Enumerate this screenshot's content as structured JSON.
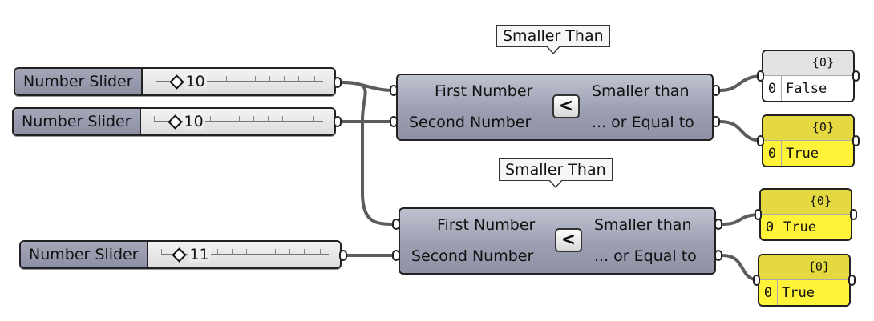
{
  "sliders": [
    {
      "label": "Number Slider",
      "value": "10"
    },
    {
      "label": "Number Slider",
      "value": "10"
    },
    {
      "label": "Number Slider",
      "value": "11"
    }
  ],
  "components": [
    {
      "tag": "Smaller Than",
      "input_a": "First Number",
      "input_b": "Second Number",
      "output_a": "Smaller than",
      "output_b": "... or Equal to",
      "glyph": "<"
    },
    {
      "tag": "Smaller Than",
      "input_a": "First Number",
      "input_b": "Second Number",
      "output_a": "Smaller than",
      "output_b": "... or Equal to",
      "glyph": "<"
    }
  ],
  "panels": [
    {
      "header": "{0}",
      "index": "0",
      "value": "False"
    },
    {
      "header": "{0}",
      "index": "0",
      "value": "True"
    },
    {
      "header": "{0}",
      "index": "0",
      "value": "True"
    },
    {
      "header": "{0}",
      "index": "0",
      "value": "True"
    }
  ],
  "colors": {
    "wire": "#5c5c5c",
    "panel_true": "#fff33a",
    "panel_false": "#ffffff",
    "component": "#9c9fb1"
  }
}
